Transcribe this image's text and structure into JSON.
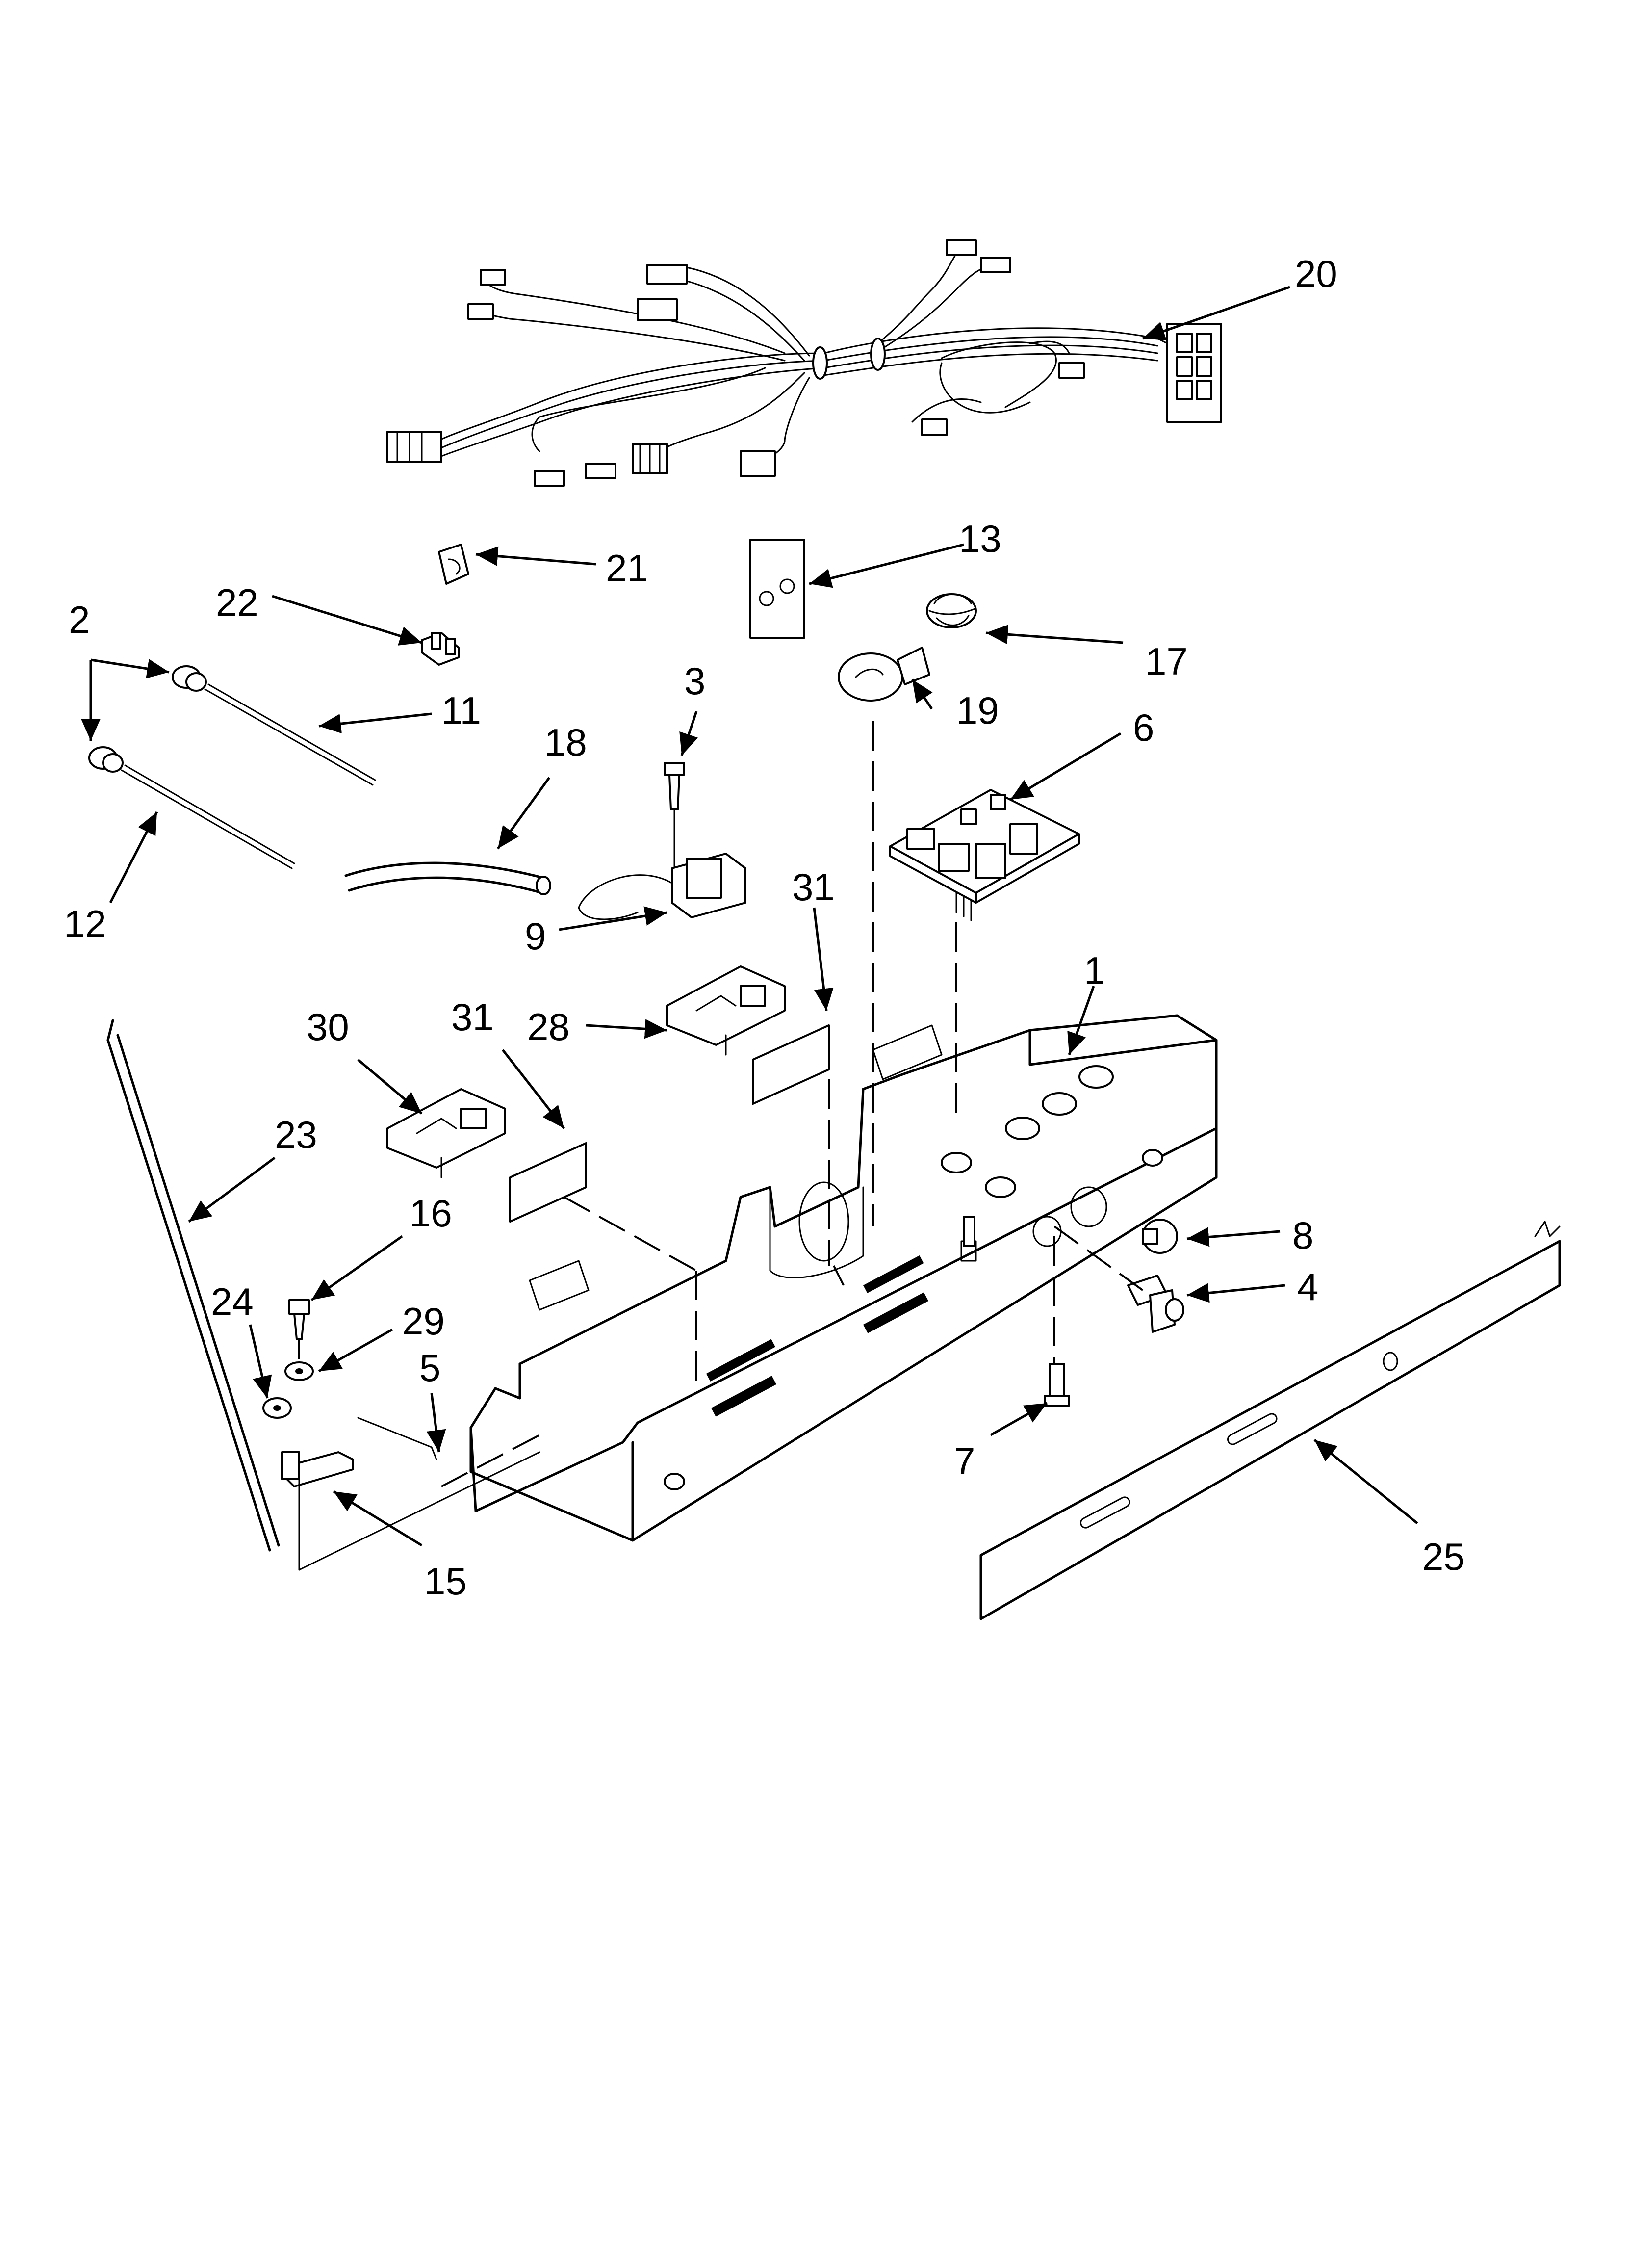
{
  "diagram": {
    "callouts": [
      {
        "id": "20",
        "label": "20"
      },
      {
        "id": "21",
        "label": "21"
      },
      {
        "id": "13",
        "label": "13"
      },
      {
        "id": "22",
        "label": "22"
      },
      {
        "id": "2",
        "label": "2"
      },
      {
        "id": "17",
        "label": "17"
      },
      {
        "id": "11",
        "label": "11"
      },
      {
        "id": "19",
        "label": "19"
      },
      {
        "id": "3",
        "label": "3"
      },
      {
        "id": "6",
        "label": "6"
      },
      {
        "id": "18",
        "label": "18"
      },
      {
        "id": "12",
        "label": "12"
      },
      {
        "id": "9",
        "label": "9"
      },
      {
        "id": "31a",
        "label": "31"
      },
      {
        "id": "1",
        "label": "1"
      },
      {
        "id": "30",
        "label": "30"
      },
      {
        "id": "31b",
        "label": "31"
      },
      {
        "id": "28",
        "label": "28"
      },
      {
        "id": "23",
        "label": "23"
      },
      {
        "id": "16",
        "label": "16"
      },
      {
        "id": "8",
        "label": "8"
      },
      {
        "id": "24",
        "label": "24"
      },
      {
        "id": "29",
        "label": "29"
      },
      {
        "id": "4",
        "label": "4"
      },
      {
        "id": "5",
        "label": "5"
      },
      {
        "id": "7",
        "label": "7"
      },
      {
        "id": "25",
        "label": "25"
      },
      {
        "id": "15",
        "label": "15"
      }
    ]
  }
}
